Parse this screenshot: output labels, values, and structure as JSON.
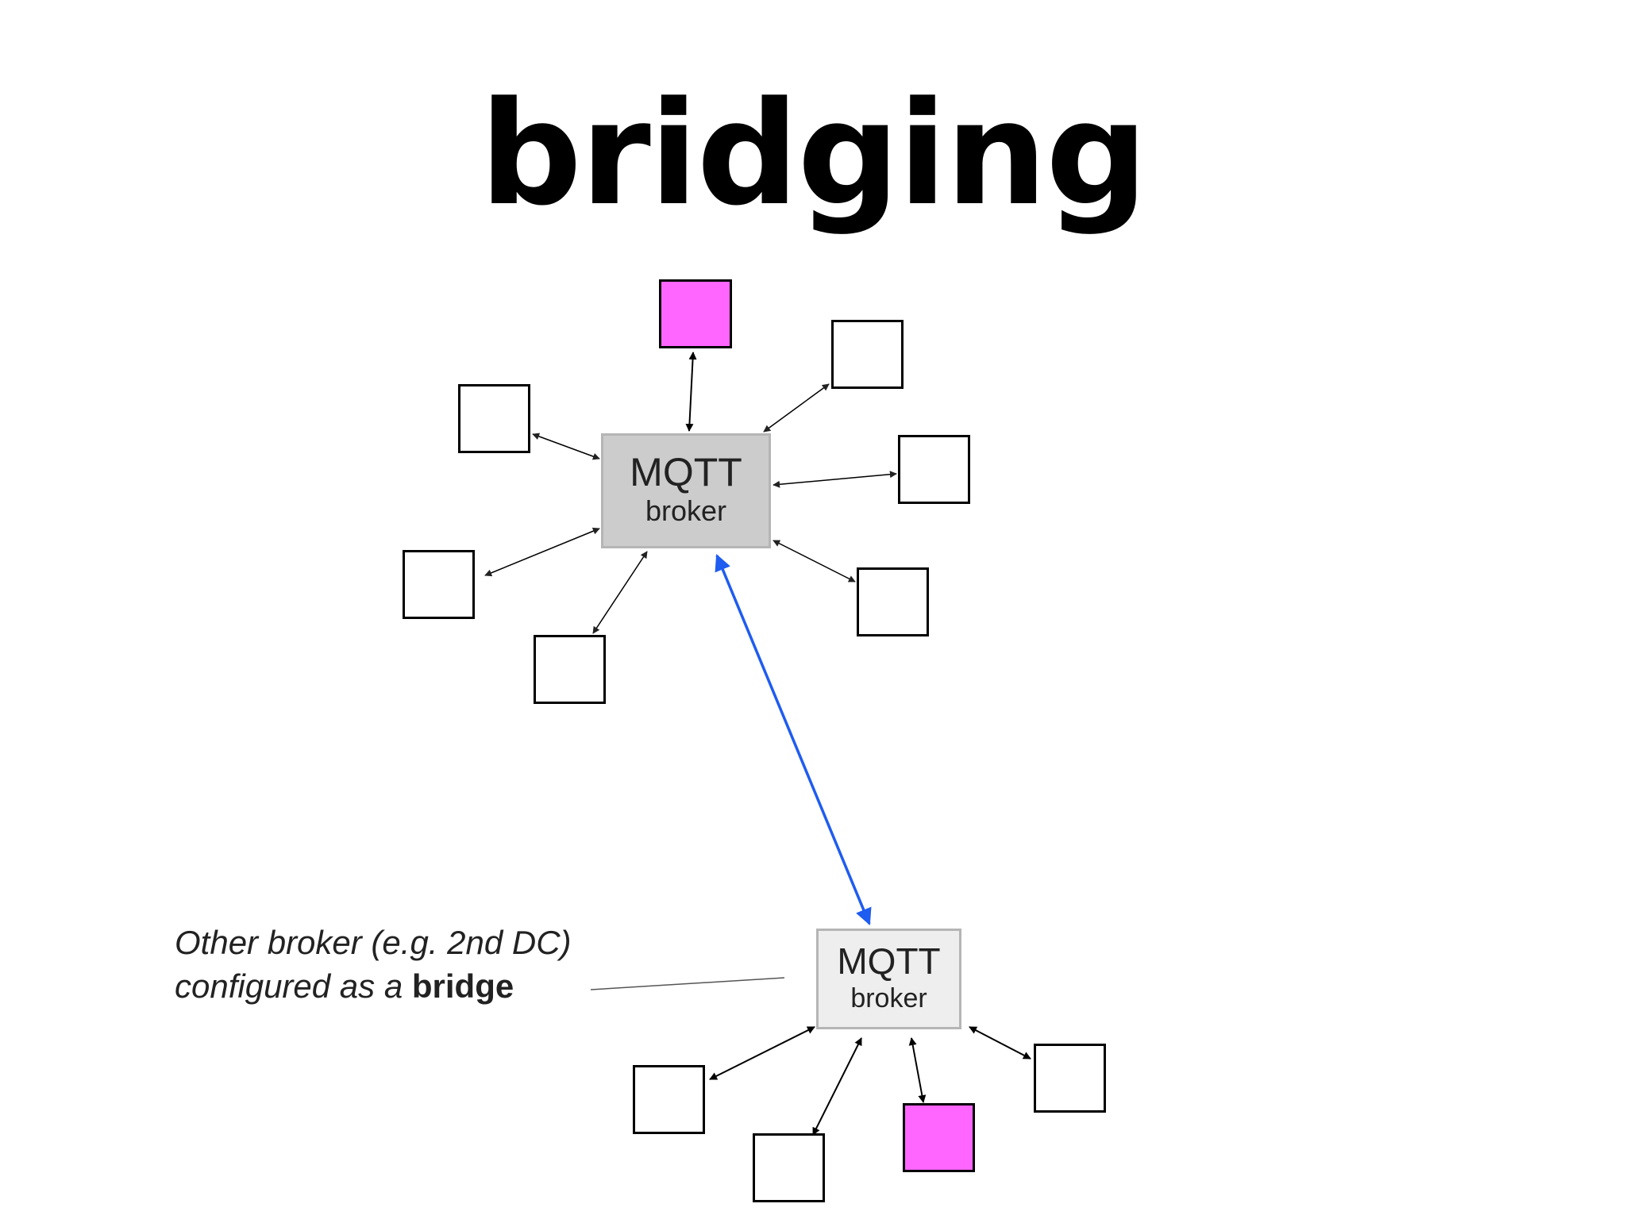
{
  "title": "bridging",
  "broker_top": {
    "line1": "MQTT",
    "line2": "broker"
  },
  "broker_bottom": {
    "line1": "MQTT",
    "line2": "broker"
  },
  "caption": {
    "line1": "Other broker (e.g. 2nd DC)",
    "line2_prefix": "configured as a ",
    "line2_bold": "bridge"
  },
  "colors": {
    "client_pink": "#ff66ff",
    "bridge_link": "#1f5cf0",
    "broker_top_fill": "#cccccc",
    "broker_bottom_fill": "#eeeeee"
  }
}
